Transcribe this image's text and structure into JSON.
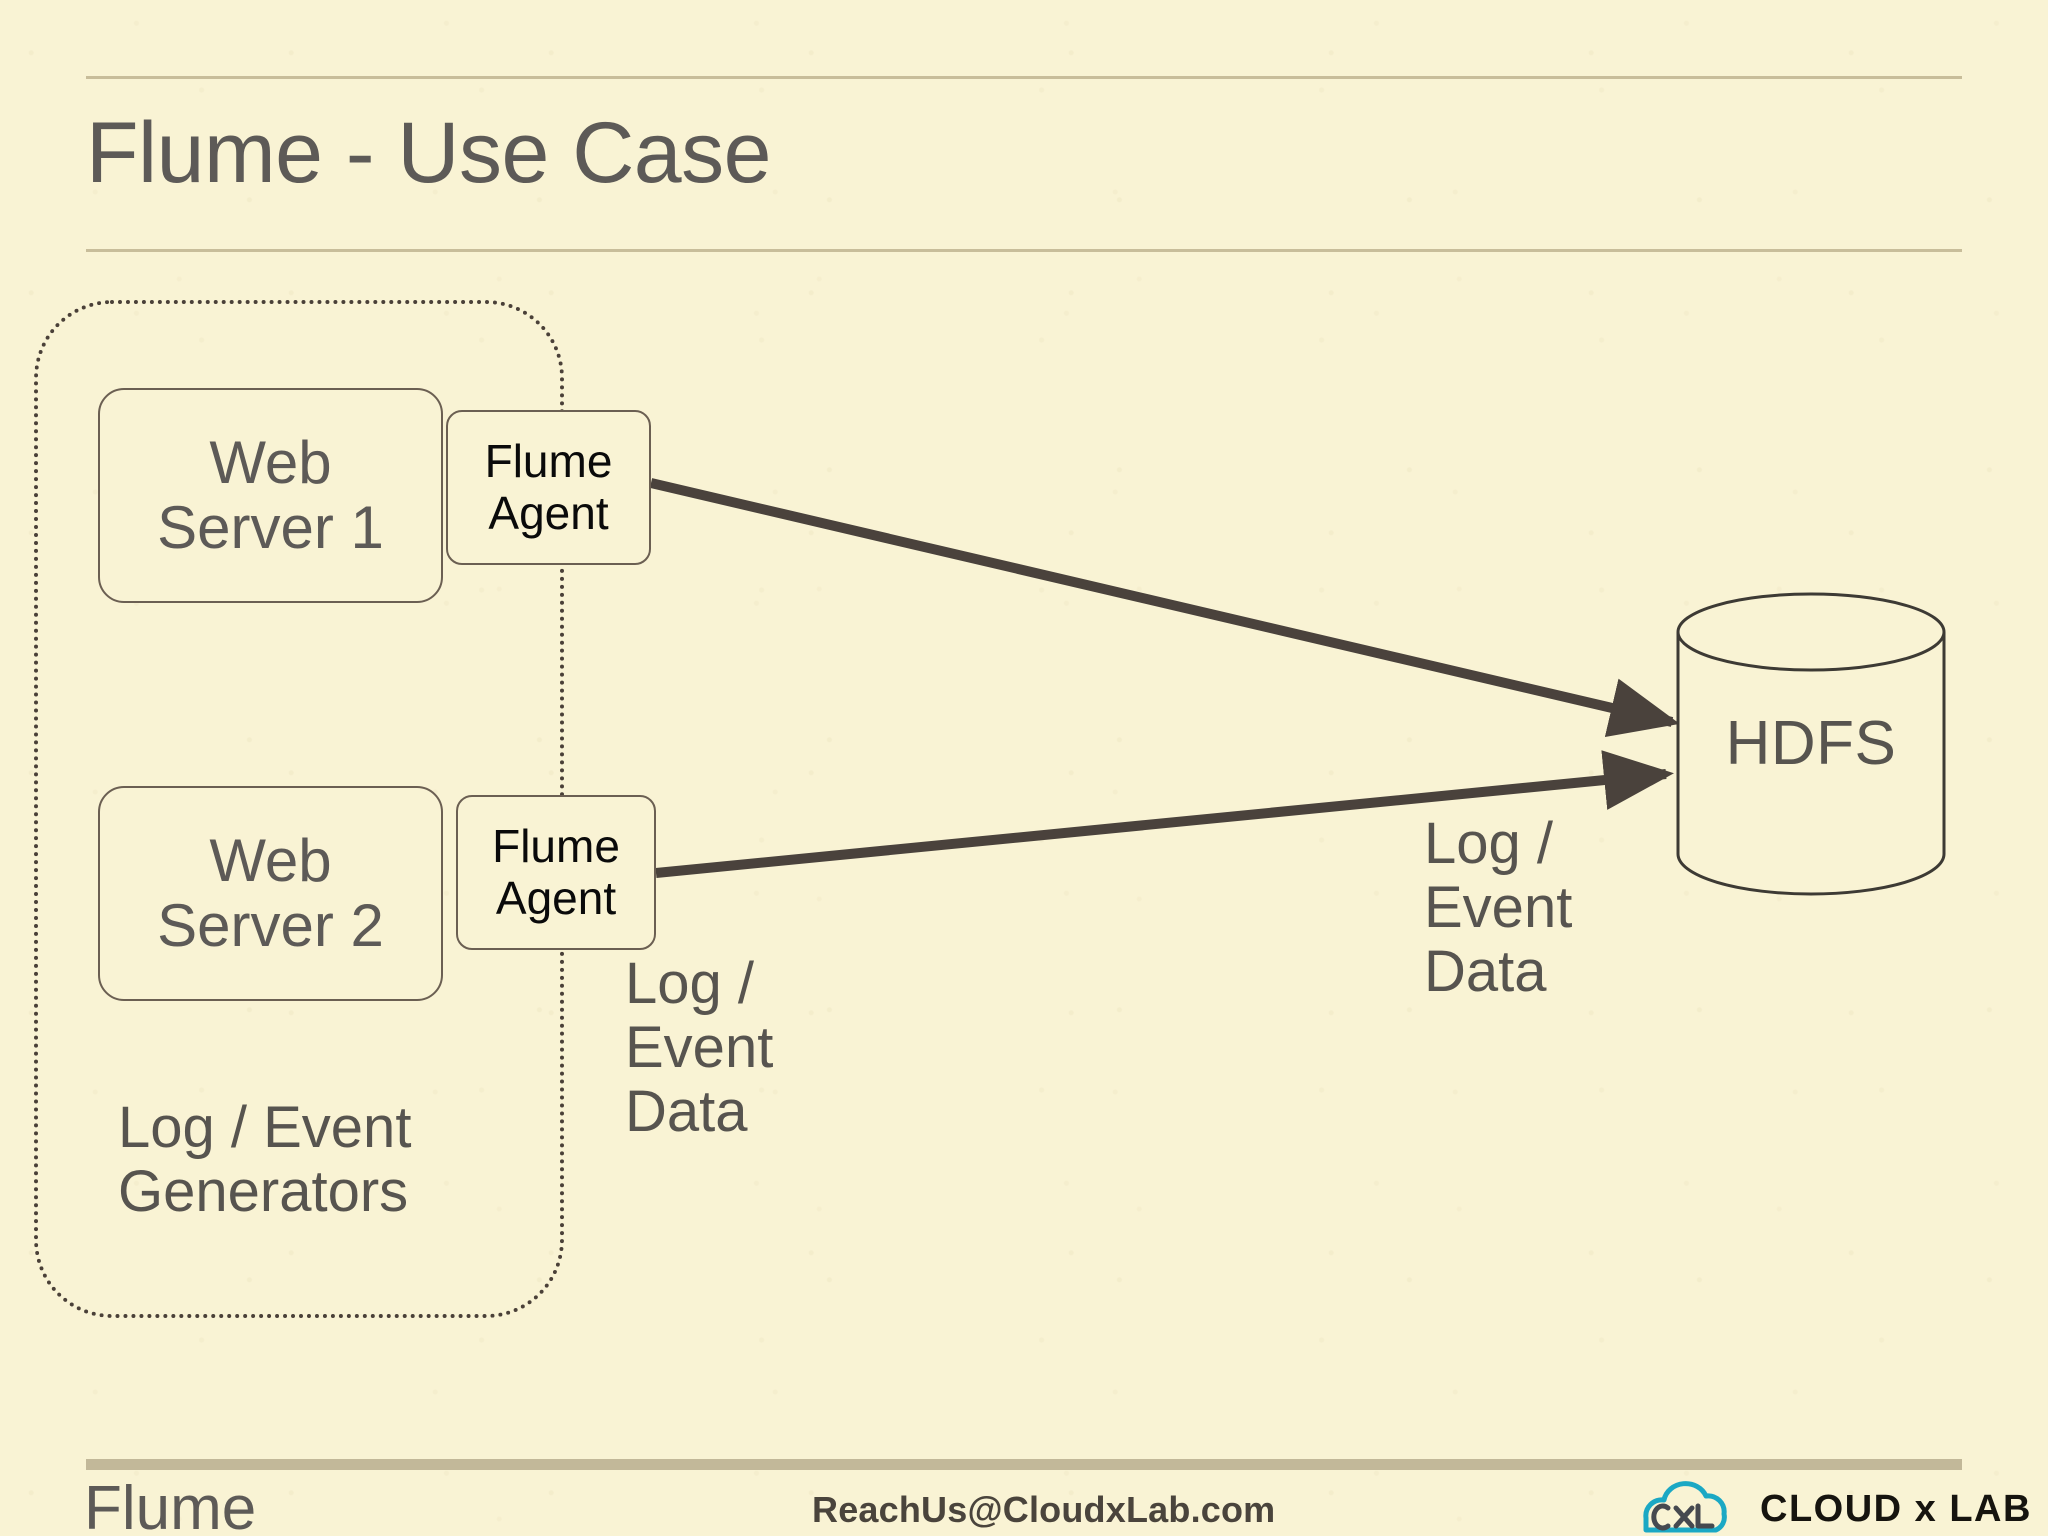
{
  "slide": {
    "title": "Flume - Use Case",
    "background_color": "#f9f3d4",
    "rule_color": "#c8bd9a",
    "text_color": "#5d5a57",
    "stroke_color": "#6b5f52",
    "arrow_color": "#4a423c"
  },
  "diagram": {
    "group": {
      "label_line_1": "Log / Event",
      "label_line_2": "Generators"
    },
    "servers": [
      {
        "line1": "Web",
        "line2": "Server 1"
      },
      {
        "line1": "Web",
        "line2": "Server 2"
      }
    ],
    "agents": [
      {
        "line1": "Flume",
        "line2": "Agent"
      },
      {
        "line1": "Flume",
        "line2": "Agent"
      }
    ],
    "flow_label_left": {
      "line1": "Log /",
      "line2": "Event",
      "line3": "Data"
    },
    "flow_label_right": {
      "line1": "Log /",
      "line2": "Event",
      "line3": "Data"
    },
    "sink": {
      "label": "HDFS",
      "shape": "cylinder"
    }
  },
  "footer": {
    "title": "Flume",
    "email": "ReachUs@CloudxLab.com",
    "brand_text": "CLOUD x LAB",
    "brand_logo_color": "#1ba8c4",
    "brand_logo_alt": "cxl-cloud-logo"
  }
}
